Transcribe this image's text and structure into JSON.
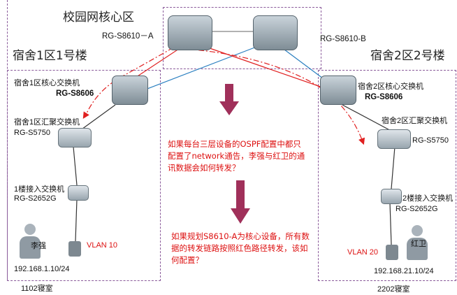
{
  "regions": {
    "core_title": "校园网核心区",
    "dorm1_title": "宿舍1区1号楼",
    "dorm2_title": "宿舍2区2号楼"
  },
  "devices": {
    "core_a": "RG-S8610－A",
    "core_b": "RG-S8610-B",
    "dorm1_core_role": "宿舍1区核心交换机",
    "dorm1_core_model": "RG-S8606",
    "dorm1_agg_role": "宿舍1区汇聚交换机",
    "dorm1_agg_model": "RG-S5750",
    "dorm1_access_role": "1楼接入交换机",
    "dorm1_access_model": "RG-S2652G",
    "dorm2_core_role": "宿舍2区核心交换机",
    "dorm2_core_model": "RG-S8606",
    "dorm2_agg_role": "宿舍2区汇聚交换机",
    "dorm2_agg_model": "RG-S5750",
    "dorm2_access_role": "2楼接入交换机",
    "dorm2_access_model": "RG-S2652G"
  },
  "hosts": {
    "left_person": "李强",
    "left_vlan": "VLAN 10",
    "left_ip": "192.168.1.10/24",
    "left_room": "1102寝室",
    "right_person": "红卫",
    "right_vlan": "VLAN 20",
    "right_ip": "192.168.21.10/24",
    "right_room": "2202寝室"
  },
  "questions": {
    "q1": "如果每台三层设备的OSPF配置中都只配置了network通告，李强与红卫的通讯数据会如何转发？",
    "q2": "如果规划S8610-A为核心设备，所有数据的转发链路按照红色路径转发，该如何配置？"
  },
  "colors": {
    "red_link": "#e02020",
    "blue_link": "#2a7fc0",
    "question_text": "#d11111",
    "arrow": "#a0305a"
  }
}
